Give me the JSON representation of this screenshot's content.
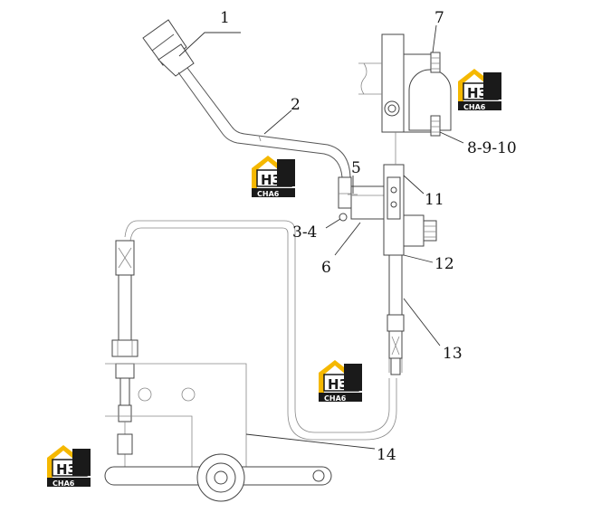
{
  "labels": {
    "l1": "1",
    "l2": "2",
    "l3": "3-4",
    "l5": "5",
    "l6": "6",
    "l7": "7",
    "l8": "8-9-10",
    "l11": "11",
    "l12": "12",
    "l13": "13",
    "l14": "14"
  },
  "watermark": {
    "big": "H3",
    "small": "CHA6",
    "color_yellow": "#f5b800",
    "color_black": "#1a1a1a"
  }
}
